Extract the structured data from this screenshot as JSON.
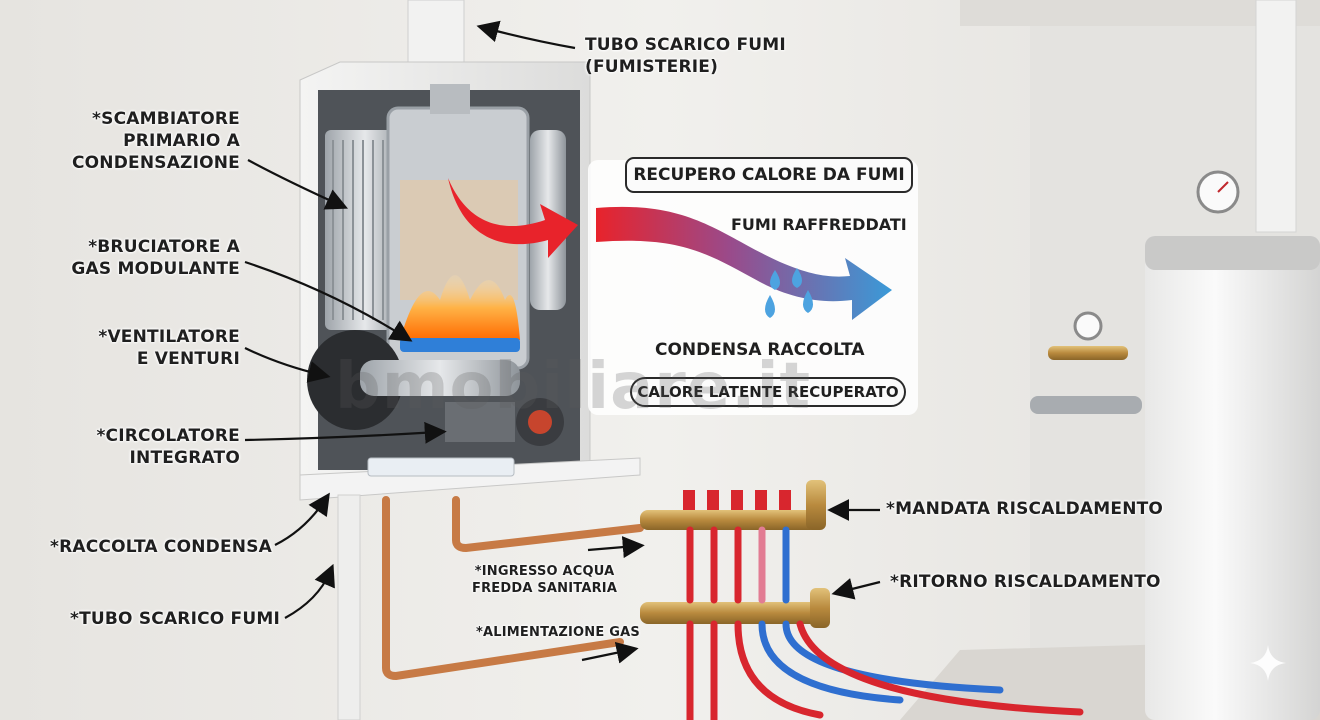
{
  "labels": {
    "tubo_scarico_fumisterie": "TUBO SCARICO FUMI\n(FUMISTERIE)",
    "scambiatore": "*SCAMBIATORE\nPRIMARIO A\nCONDENSAZIONE",
    "bruciatore": "*BRUCIATORE A\nGAS MODULANTE",
    "ventilatore": "*VENTILATORE\nE VENTURI",
    "circolatore": "*CIRCOLATORE\nINTEGRATO",
    "raccolta_condensa": "*RACCOLTA CONDENSA",
    "tubo_scarico_fumi": "*TUBO SCARICO FUMI",
    "mandata": "*MANDATA RISCALDAMENTO",
    "ritorno": "*RITORNO RISCALDAMENTO",
    "ingresso_acqua": "*INGRESSO ACQUA\nFREDDA SANITARIA",
    "alimentazione_gas": "*ALIMENTAZIONE GAS"
  },
  "panel": {
    "title": "RECUPERO CALORE DA FUMI",
    "fumi_raffreddati": "FUMI RAFFREDDATI",
    "condensa_raccolta": "CONDENSA RACCOLTA",
    "calore_latente": "CALORE LATENTE RECUPERATO"
  },
  "watermark": "bmobiliare.it",
  "colors": {
    "hot_arrow": "#e8232b",
    "cold_arrow": "#3a9ad8",
    "pipe_copper": "#c77a45",
    "pipe_red": "#d8262e",
    "pipe_blue": "#2f6fd0",
    "manifold_brass": "#b98a3e"
  }
}
